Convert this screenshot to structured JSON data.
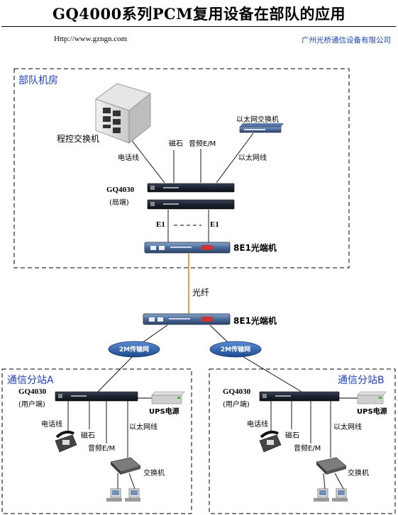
{
  "header": {
    "title": "GQ4000系列PCM复用设备在部队的应用",
    "url": "Http://www.gzngn.com",
    "company": "广州光桥通信设备有限公司"
  },
  "hq": {
    "zone_title": "部队机房",
    "pbx_label": "程控交换机",
    "switch_label": "以太网交换机",
    "line_phone": "电话线",
    "line_magneto": "磁石",
    "line_audio": "音频E/M",
    "line_ethernet": "以太网线",
    "device_name": "GQ4030",
    "device_role": "(局端)",
    "e1_left": "E1",
    "e1_right": "E1",
    "optical_label": "8E1光端机"
  },
  "link": {
    "fiber_label": "光纤",
    "optical_label": "8E1光端机",
    "net_left": "2M传输网",
    "net_right": "2M传输网"
  },
  "station_a": {
    "zone_title": "通信分站A",
    "device_name": "GQ4030",
    "device_role": "(用户端)",
    "ups_label": "UPS电源",
    "line_phone": "电话线",
    "line_magneto": "磁石",
    "line_audio": "音频E/M",
    "line_ethernet": "以太网线",
    "switch_label": "交换机"
  },
  "station_b": {
    "zone_title": "通信分站B",
    "device_name": "GQ4030",
    "device_role": "(用户端)",
    "ups_label": "UPS电源",
    "line_phone": "电话线",
    "line_magneto": "磁石",
    "line_audio": "音频E/M",
    "line_ethernet": "以太网线",
    "switch_label": "交换机"
  },
  "colors": {
    "accent_blue": "#1b3fb5",
    "fiber_orange": "#f0a040",
    "device_dark": "#1c2230",
    "optical_blue": "#4a6a9a",
    "network_blue": "#2a5da8"
  },
  "icons": {
    "pbx": "server-cabinet-icon",
    "eth_switch": "ethernet-switch-icon",
    "phone": "telephone-icon",
    "ups": "ups-icon",
    "pc": "computer-icon",
    "network": "network-cloud-icon"
  }
}
